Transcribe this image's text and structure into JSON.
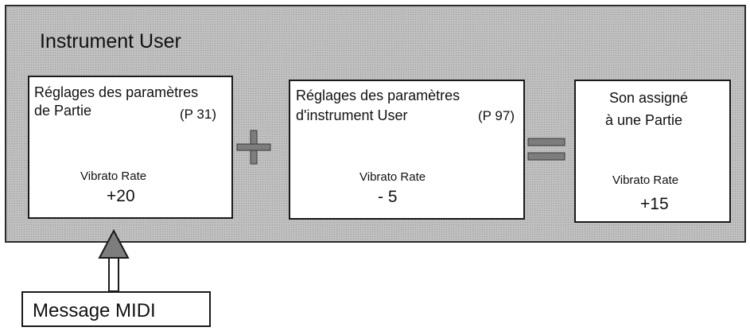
{
  "container": {
    "title": "Instrument User"
  },
  "part_settings": {
    "title_line1": "Réglages des paramètres",
    "title_line2": "de Partie",
    "page_ref": "(P 31)",
    "param_label": "Vibrato Rate",
    "value": "+20"
  },
  "user_instrument_settings": {
    "title_line1": "Réglages des paramètres",
    "title_line2": "d'instrument User",
    "page_ref": "(P 97)",
    "param_label": "Vibrato Rate",
    "value": "- 5"
  },
  "assigned_sound": {
    "title_line1": "Son assigné",
    "title_line2": "à une Partie",
    "param_label": "Vibrato Rate",
    "value": "+15"
  },
  "operators": {
    "plus_icon": "plus-icon",
    "equals_icon": "equals-icon"
  },
  "midi_message": {
    "label": "Message MIDI"
  }
}
